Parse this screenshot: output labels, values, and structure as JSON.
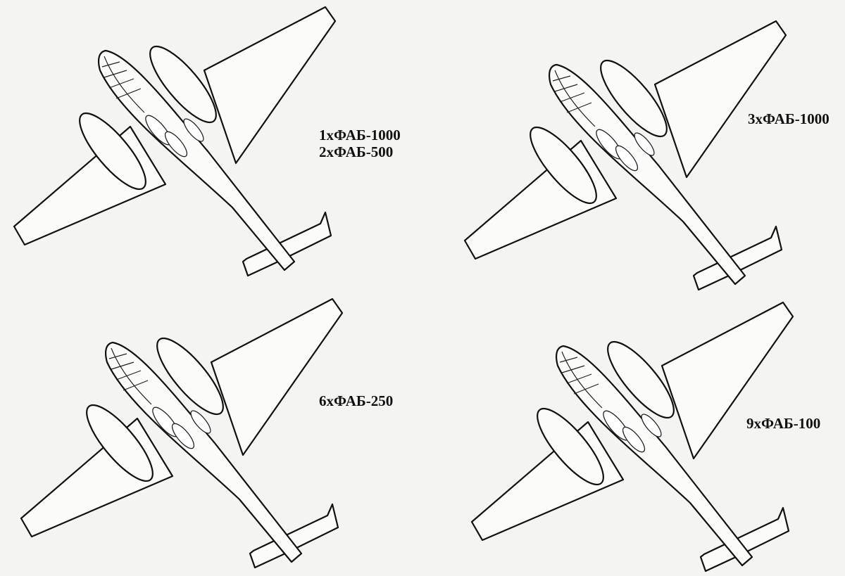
{
  "variants": [
    {
      "lines": [
        "1xФАБ-1000",
        "2xФАБ-500"
      ]
    },
    {
      "lines": [
        "3xФАБ-1000"
      ]
    },
    {
      "lines": [
        "6xФАБ-250"
      ]
    },
    {
      "lines": [
        "9xФАБ-100"
      ]
    }
  ]
}
